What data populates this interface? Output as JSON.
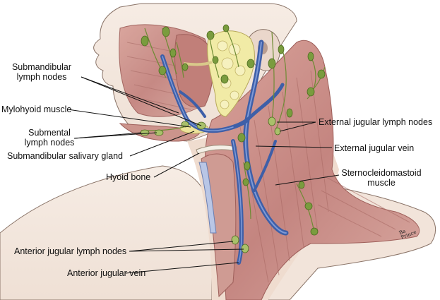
{
  "labels": {
    "submandibular_nodes": "Submandibular\nlymph nodes",
    "mylohyoid_muscle": "Mylohyoid muscle",
    "submental_nodes": "Submental\nlymph nodes",
    "submandibular_gland": "Submandibular salivary gland",
    "hyoid_bone": "Hyoid bone",
    "anterior_jugular_nodes": "Anterior jugular lymph nodes",
    "anterior_jugular_vein": "Anterior jugular vein",
    "external_jugular_nodes": "External jugular lymph nodes",
    "external_jugular_vein": "External jugular vein",
    "sternocleidomastoid": "Sternocleidomastoid\nmuscle"
  },
  "signature": "Ba\nPrince",
  "colors": {
    "skin": "#f3e6dc",
    "skin_outline": "#8a7468",
    "muscle": "#c98f88",
    "muscle_dark": "#9e5f5a",
    "vein": "#3e5fa8",
    "vein_light": "#7f9ad6",
    "node": "#7a9c3e",
    "node_light": "#a9c06a",
    "gland": "#f1eba6",
    "gland_outline": "#b7a95a",
    "bone": "#f4efe6"
  }
}
